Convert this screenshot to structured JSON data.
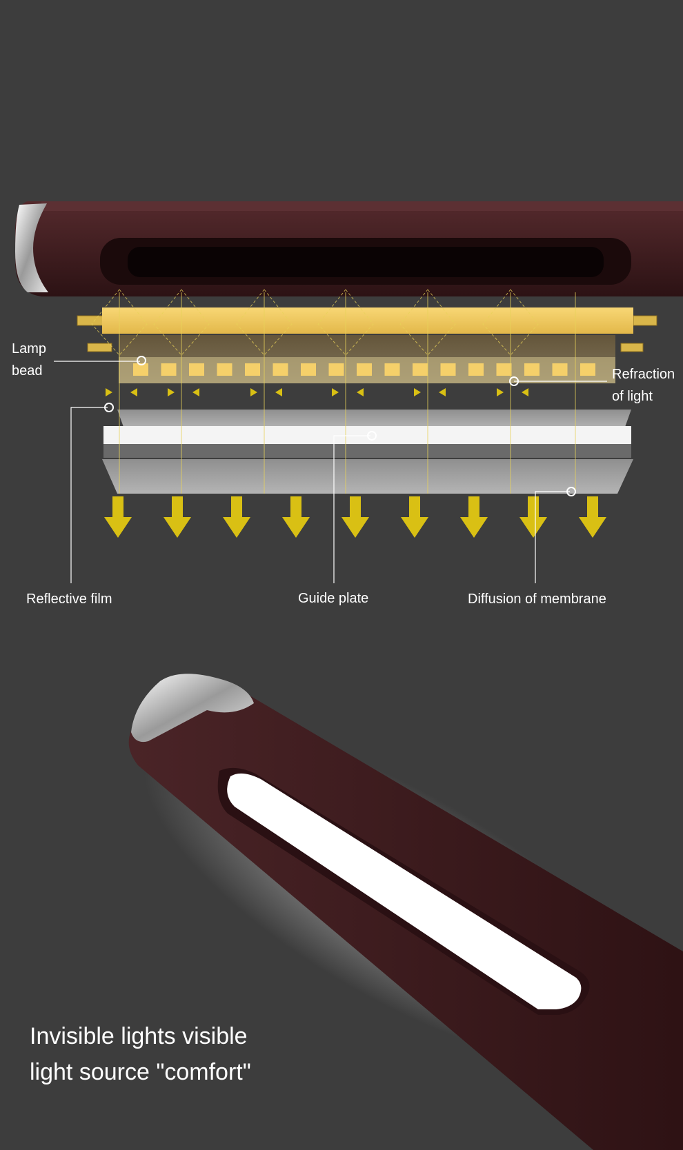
{
  "labels": {
    "lamp_bead": [
      "Lamp",
      "bead"
    ],
    "refraction": [
      "Refraction",
      "of light"
    ],
    "reflective_film": "Reflective film",
    "guide_plate": "Guide plate",
    "diffusion": "Diffusion of membrane"
  },
  "tagline": [
    "Invisible lights visible",
    "light source \"comfort\""
  ],
  "diagram": {
    "led_count": 17,
    "light_arrow_count": 9
  },
  "colors": {
    "background": "#3d3d3d",
    "lamp_body": "#3f2123",
    "led_yellow": "#f5d06a",
    "arrow_yellow": "#d9c014",
    "layer_grey": "#a8a8a8",
    "guide_white": "#f4f4f4"
  }
}
